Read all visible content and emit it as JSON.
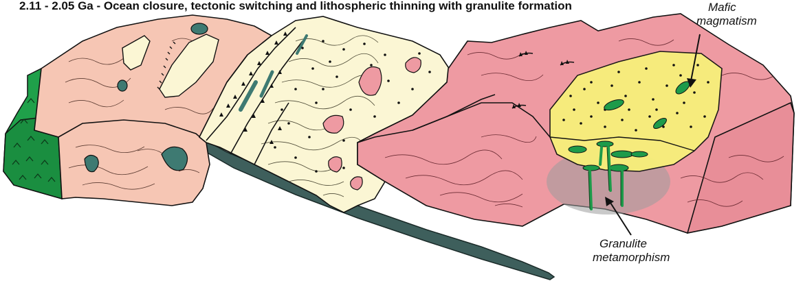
{
  "diagram": {
    "title": "2.11 - 2.05 Ga - Ocean closure, tectonic switching and lithospheric thinning with granulite formation",
    "labels": {
      "mafic_line1": "Mafic",
      "mafic_line2": "magmatism",
      "granulite_line1": "Granulite",
      "granulite_line2": "metamorphism"
    },
    "colors": {
      "oceanic_crust": "#1fa04a",
      "accreted_terrane": "#f6c6b4",
      "sedimentary_wedge": "#fbf6d4",
      "continental_crust": "#ee9aa2",
      "melt_zone": "#f7f07a",
      "mafic_intrusion": "#1e9b4a",
      "mafic_pod": "#3e7a72",
      "subducting_slab": "#3e5f5c",
      "granulite_halo": "#9c9c9c"
    }
  }
}
